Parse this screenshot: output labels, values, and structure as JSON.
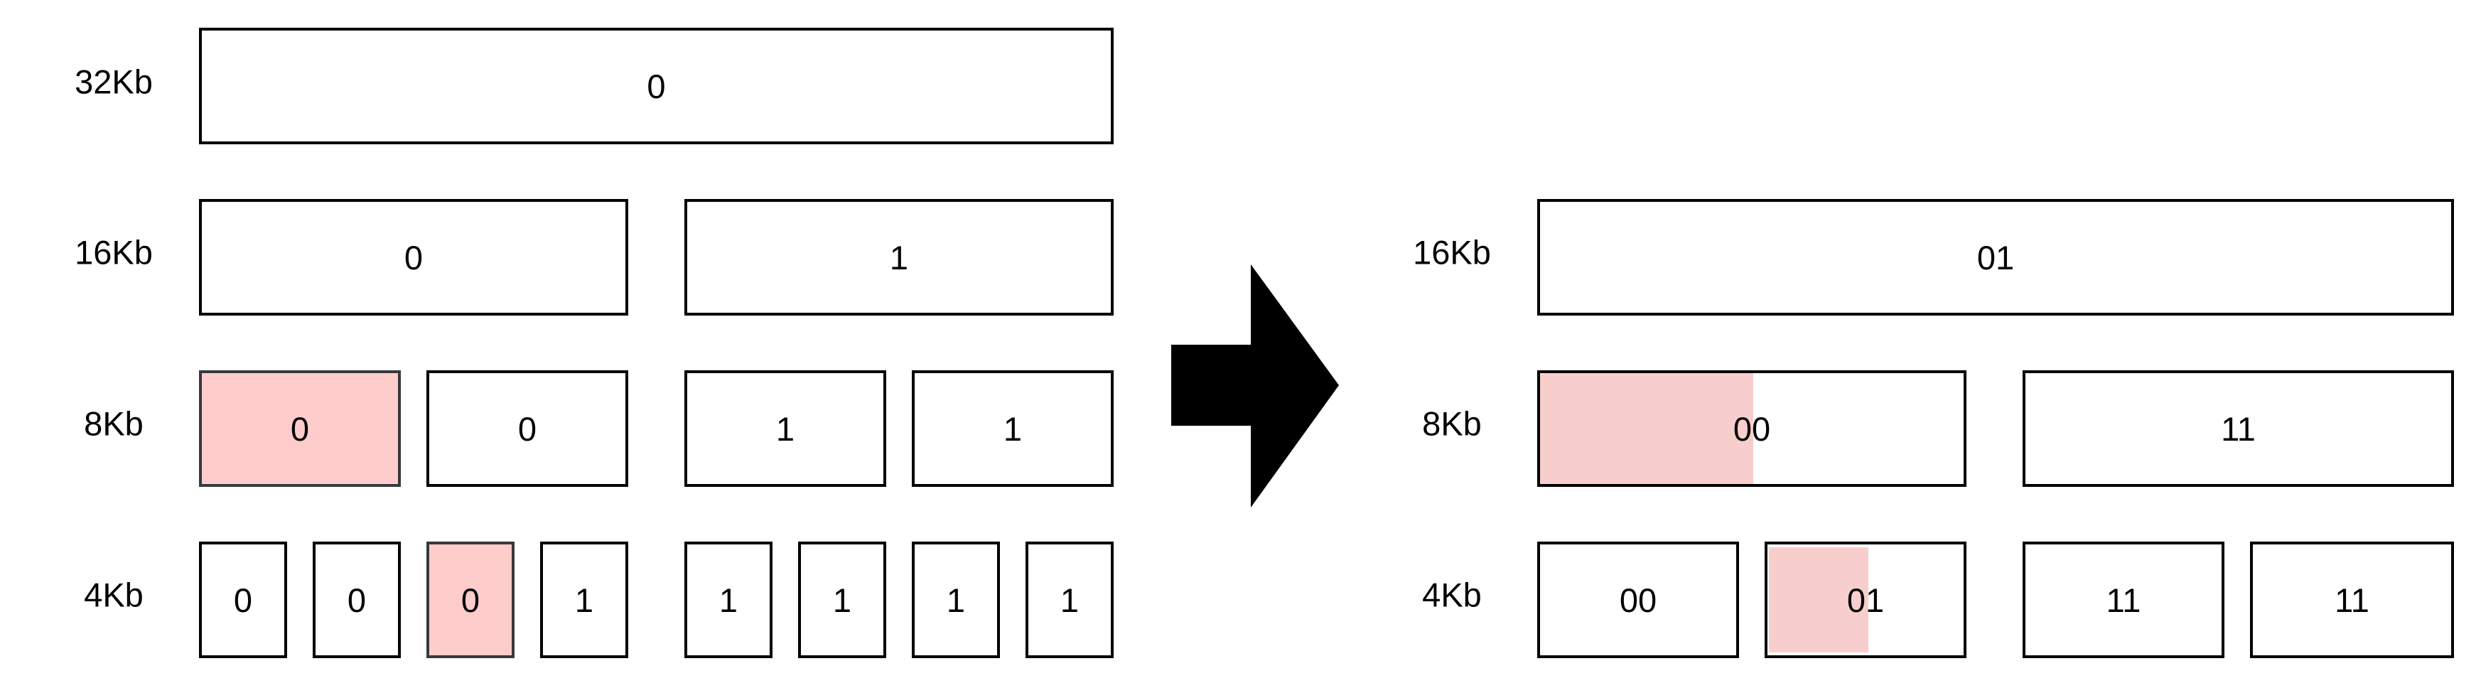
{
  "left": {
    "row_labels": {
      "r32": "32Kb",
      "r16": "16Kb",
      "r8": "8Kb",
      "r4": "4Kb"
    },
    "r32": [
      "0"
    ],
    "r16": [
      "0",
      "1"
    ],
    "r8": [
      "0",
      "0",
      "1",
      "1"
    ],
    "r4": [
      "0",
      "0",
      "0",
      "1",
      "1",
      "1",
      "1",
      "1"
    ]
  },
  "right": {
    "row_labels": {
      "r16": "16Kb",
      "r8": "8Kb",
      "r4": "4Kb"
    },
    "r16": [
      "01"
    ],
    "r8": [
      "00",
      "11"
    ],
    "r4": [
      "00",
      "01",
      "11",
      "11"
    ]
  },
  "colors": {
    "highlight": "#ffcccc",
    "partial_highlight": "#f8cecc",
    "border": "#000000"
  },
  "icons": {
    "transition": "right-arrow-icon"
  }
}
